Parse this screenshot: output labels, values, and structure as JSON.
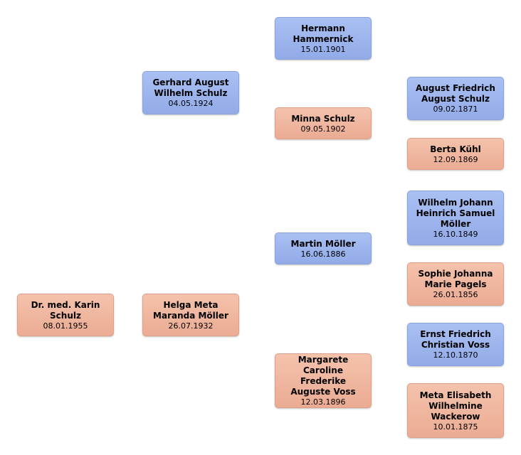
{
  "people": {
    "karin": {
      "name": "Dr. med. Karin Schulz",
      "date": "08.01.1955"
    },
    "gerhard": {
      "name": "Gerhard August Wilhelm Schulz",
      "date": "04.05.1924"
    },
    "helga": {
      "name": "Helga Meta Maranda Möller",
      "date": "26.07.1932"
    },
    "hermann": {
      "name": "Hermann Hammernick",
      "date": "15.01.1901"
    },
    "minna": {
      "name": "Minna Schulz",
      "date": "09.05.1902"
    },
    "martin": {
      "name": "Martin Möller",
      "date": "16.06.1886"
    },
    "margarete": {
      "name": "Margarete Caroline Frederike Auguste Voss",
      "date": "12.03.1896"
    },
    "august": {
      "name": "August Friedrich August Schulz",
      "date": "09.02.1871"
    },
    "berta": {
      "name": "Berta Kühl",
      "date": "12.09.1869"
    },
    "wilhelm": {
      "name": "Wilhelm Johann Heinrich Samuel Möller",
      "date": "16.10.1849"
    },
    "sophie": {
      "name": "Sophie Johanna Marie Pagels",
      "date": "26.01.1856"
    },
    "ernst": {
      "name": "Ernst Friedrich Christian Voss",
      "date": "12.10.1870"
    },
    "meta": {
      "name": "Meta Elisabeth Wilhelmine Wackerow",
      "date": "10.01.1875"
    }
  },
  "colors": {
    "male": "#9db5ee",
    "female": "#f0b8a0"
  }
}
